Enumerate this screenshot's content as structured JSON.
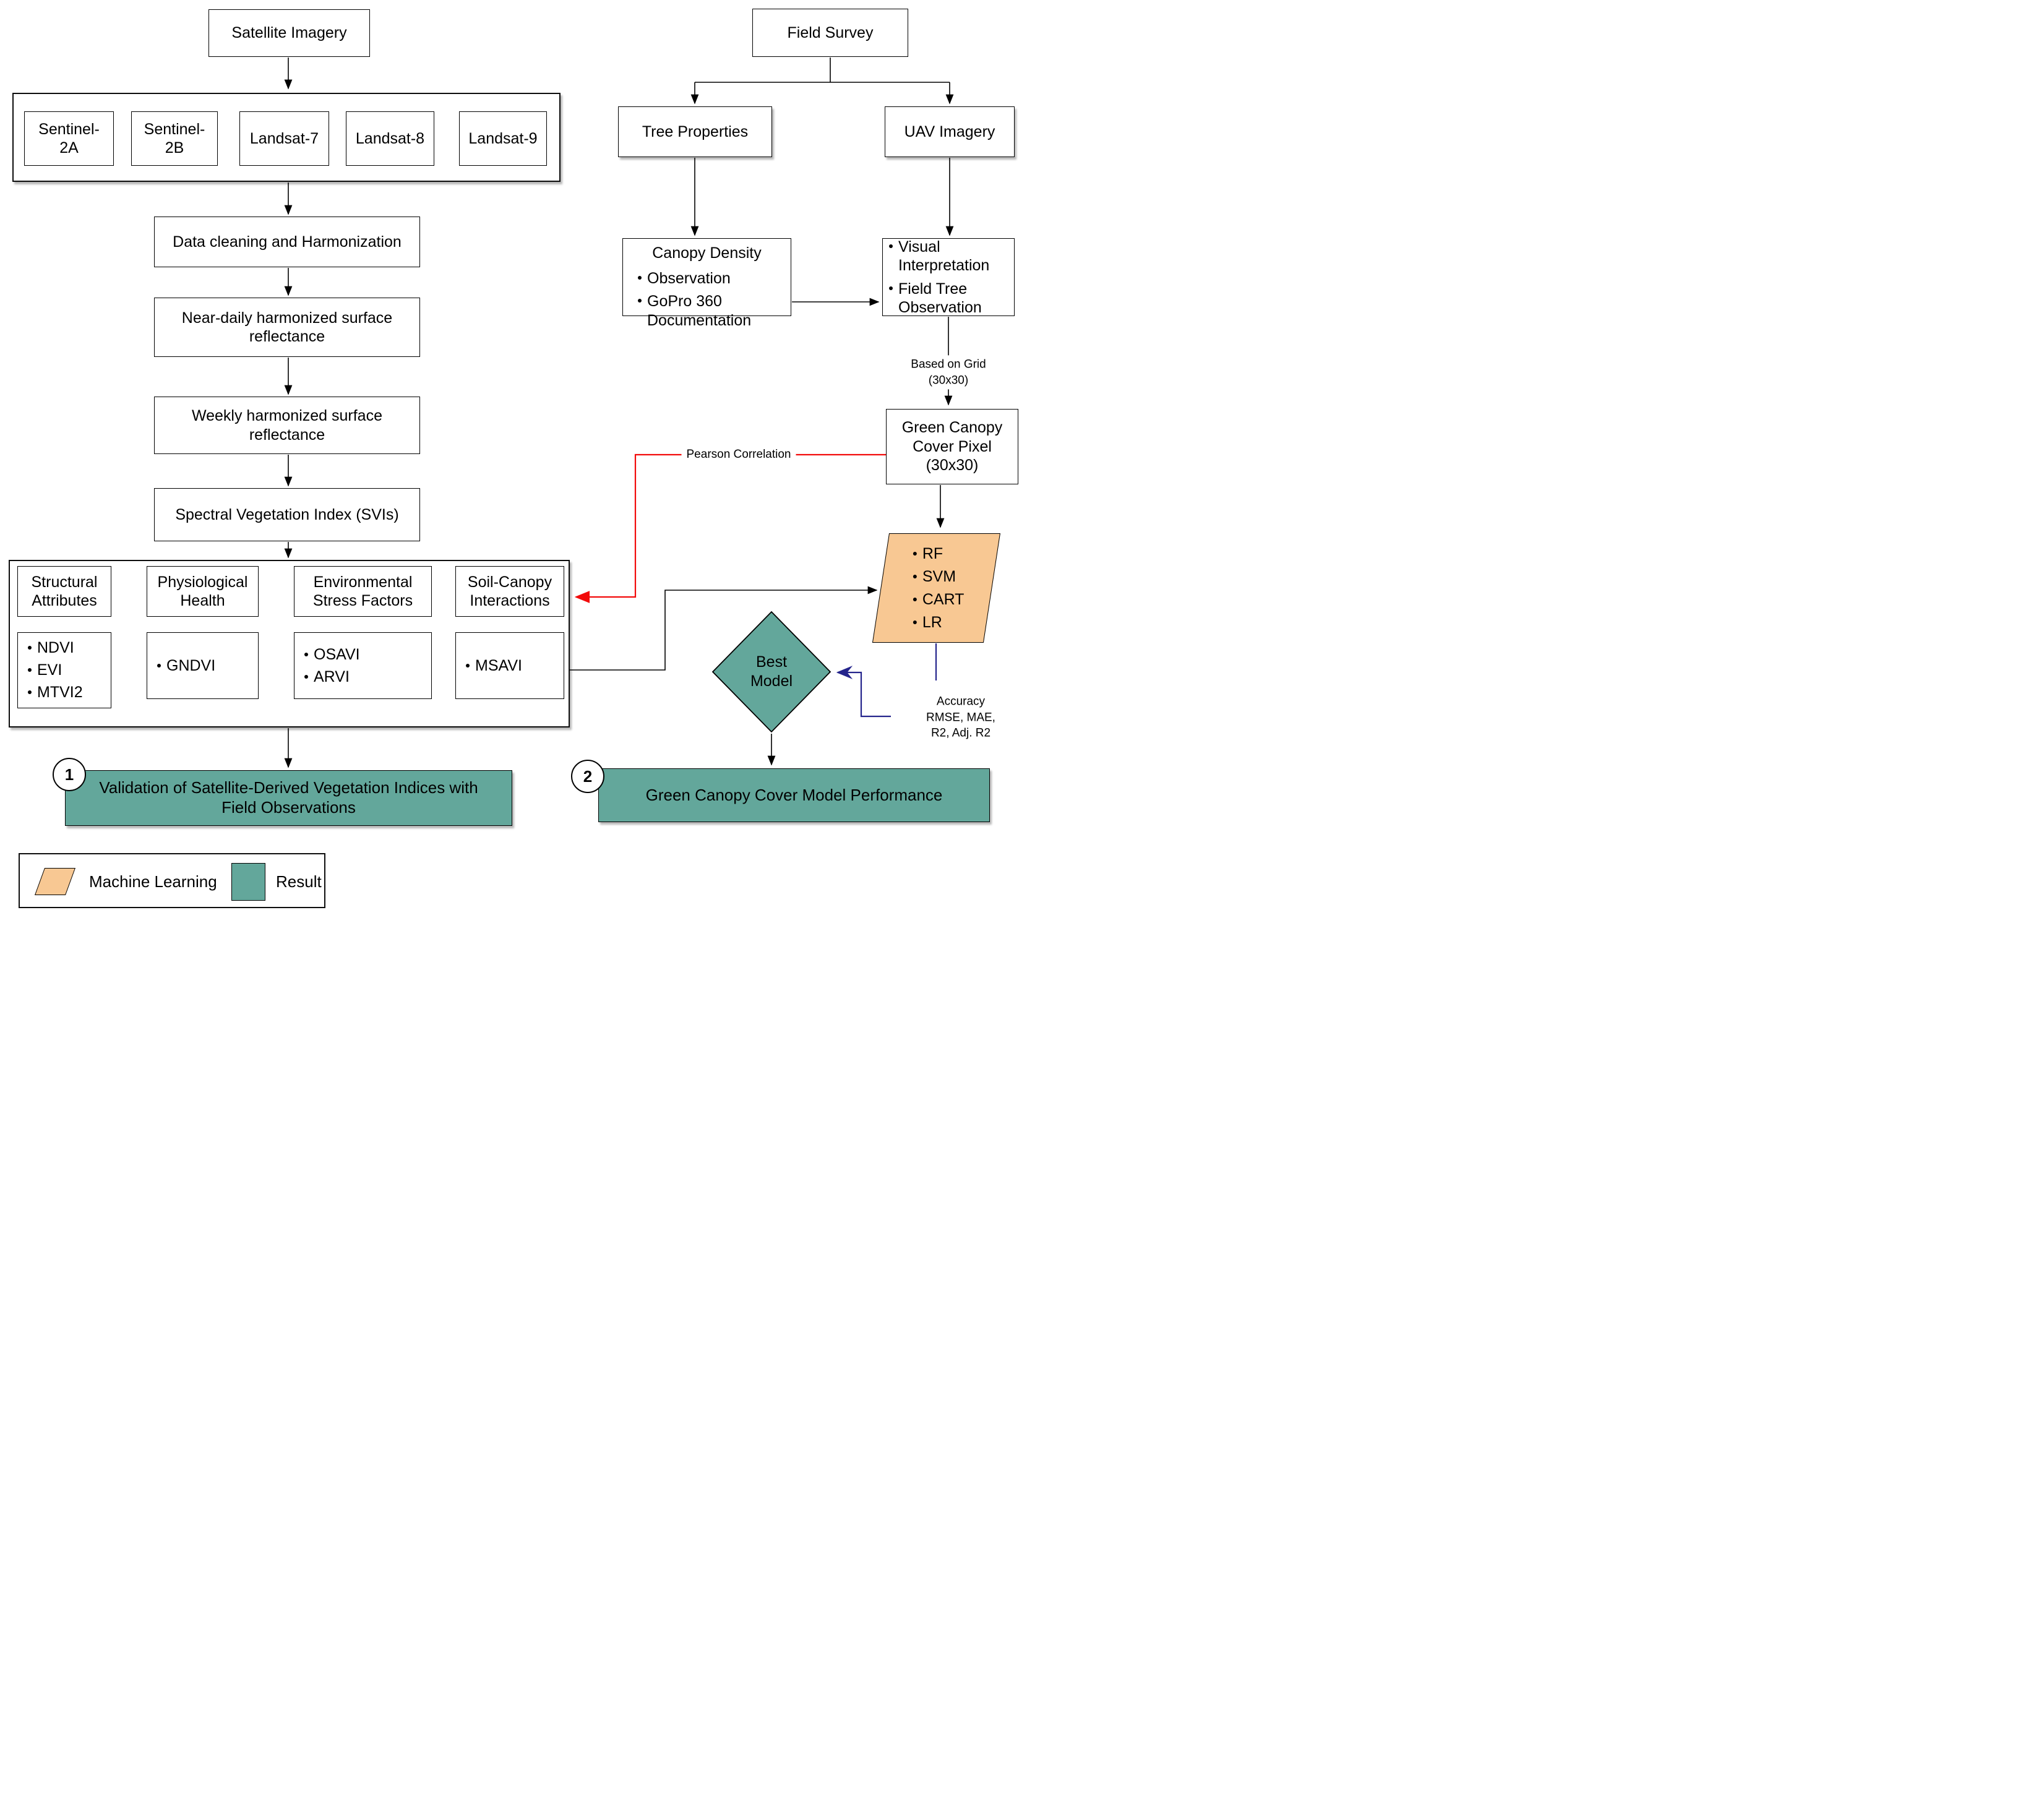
{
  "colors": {
    "result_teal": "#63A79B",
    "machine_learning_orange": "#F8C893",
    "accuracy_arrow_navy": "#24248C",
    "pearson_arrow_red": "#F20A0A"
  },
  "left": {
    "satellite_imagery": "Satellite Imagery",
    "satellites": [
      "Sentinel-2A",
      "Sentinel-2B",
      "Landsat-7",
      "Landsat-8",
      "Landsat-9"
    ],
    "pipeline": [
      "Data cleaning and Harmonization",
      "Near-daily harmonized surface reflectance",
      "Weekly harmonized surface reflectance",
      "Spectral Vegetation Index (SVIs)"
    ],
    "categories": [
      {
        "title": "Structural Attributes",
        "items": [
          "NDVI",
          "EVI",
          "MTVI2"
        ]
      },
      {
        "title": "Physiological Health",
        "items": [
          "GNDVI"
        ]
      },
      {
        "title": "Environmental Stress Factors",
        "items": [
          "OSAVI",
          "ARVI"
        ]
      },
      {
        "title": "Soil-Canopy Interactions",
        "items": [
          "MSAVI"
        ]
      }
    ],
    "result1": {
      "badge": "1",
      "text": "Validation of Satellite-Derived Vegetation Indices with Field Observations"
    }
  },
  "right": {
    "field_survey": "Field Survey",
    "tree_properties": "Tree Properties",
    "uav_imagery": "UAV Imagery",
    "canopy_density": {
      "title": "Canopy Density",
      "items": [
        "Observation",
        "GoPro 360 Documentation"
      ]
    },
    "visual_interpretation": {
      "items": [
        "Visual Interpretation",
        "Field Tree Observation"
      ]
    },
    "grid_label": [
      "Based on Grid",
      "(30x30)"
    ],
    "gcc_pixel": "Green Canopy Cover Pixel (30x30)",
    "ml_models": [
      "RF",
      "SVM",
      "CART",
      "LR"
    ],
    "best_model": "Best Model",
    "accuracy_label": [
      "Accuracy",
      "RMSE, MAE,",
      "R2, Adj. R2"
    ],
    "pearson": "Pearson Correlation",
    "result2": {
      "badge": "2",
      "text": "Green Canopy Cover Model Performance"
    }
  },
  "legend": {
    "machine_learning": "Machine Learning",
    "result": "Result"
  }
}
